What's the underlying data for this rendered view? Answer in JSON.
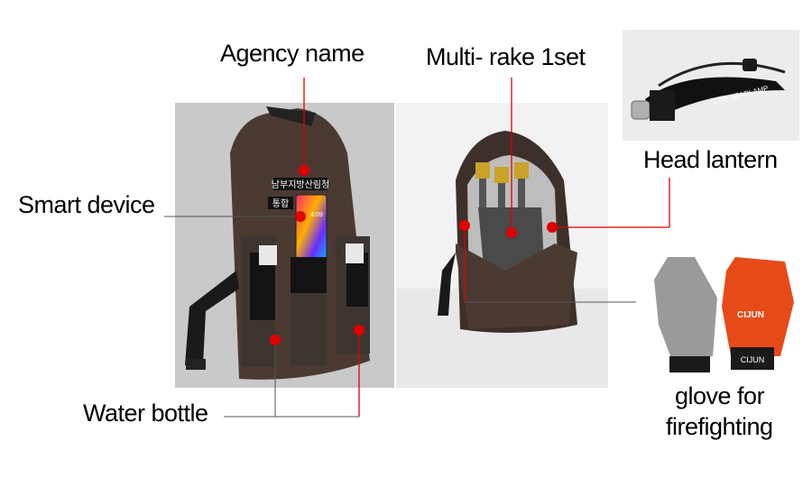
{
  "labels": {
    "agency_name": "Agency name",
    "multi_rake": "Multi- rake 1set",
    "smart_device": "Smart device",
    "head_lantern": "Head lantern",
    "water_bottle": "Water bottle",
    "glove_line1": "glove for",
    "glove_line2": "firefighting"
  },
  "photo_text": {
    "patch_agency": "남부지방산림청",
    "patch_second": "통합",
    "phone_time": "4:09",
    "headlamp_band": "LED HEADLAMP",
    "glove_brand": "CIJUN"
  },
  "colors": {
    "callout": "#e00000",
    "bag": "#4a3a32",
    "photo_bg_left": "#c8c8c8",
    "photo_bg_right": "#f2f2f2"
  }
}
